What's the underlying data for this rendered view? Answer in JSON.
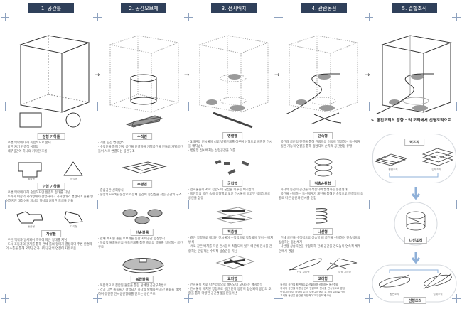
{
  "headers": [
    "1. 공간틀",
    "2. 공간오브제",
    "3. 전시배치",
    "4. 관람동선",
    "5. 결합조직"
  ],
  "columns": [
    {
      "sections": [
        {
          "label": "정형 기하틀",
          "icon": "square-circle",
          "small": [],
          "bullets": [
            "· 주변 맥락에 대해 독립적으로 존재",
            "· 강한 자기 완결적 성향의",
            "· 내부공간에 하나의 커다란 흐름"
          ]
        },
        {
          "label": "이형 기하틀",
          "icon": "notch-triangle",
          "small": [
            "돌출형",
            "삼각형"
          ],
          "bullets": [
            "· 주변 맥락에 대해 순응하지만 완결적 형태를 지님",
            "· 두가지 이상의 기하형태가 결합하거나 기하형태가 변형되어 돌출 형성하지만 대칭성을 지니고 하나의 커다란 흐름을 만듦"
          ]
        },
        {
          "label": "자유틀",
          "icon": "free-shapes",
          "small": [
            "돌출형",
            "다각형"
          ],
          "bullets": [
            "· 주변 맥락과 일체되어 맥락에 따른 형태를 지님",
            "· 도시 조등과의 관계를 통해 전체 틀의 형태가 결정되며 주변 환경과의 소통을 통해 외부공간과 내부공간의 연결이 자유로움"
          ]
        }
      ]
    },
    {
      "sections": [
        {
          "label": "수직면",
          "icon": "vertical-planes",
          "small": [],
          "bullets": [
            "· 개별 공간 연결방식",
            "· 수직면을 통해 전체 공간을 연결하며 개별공간을 만들고 개별공간들이 서로 연결되는 공간구조"
          ]
        },
        {
          "label": "수평면",
          "icon": "horizontal-plane",
          "small": [],
          "bullets": [
            "· 중심공간 선회방식",
            "· 중앙의 void를 중심으로 전체 공간이 중심성을 갖는 공간의 구조"
          ]
        },
        {
          "label": "단순볼륨",
          "icon": "simple-volumes",
          "small": [],
          "bullets": [
            "· 산재 배치된 볼륨 오브제를 통한 사이공간 형성방식",
            "· 독립적 볼륨들간의 구축관계를 통한 흐름의 행위를 형성하는 공간구조"
          ]
        },
        {
          "label": "복합볼륨",
          "icon": "complex-volume",
          "small": [],
          "bullets": [
            "· 복합적으로 결합된 볼륨을 통한 탈체형 공간구축방식",
            "· 각기 다른 볼륨들이 결합되어 하나의 탈체화된 공간 볼륨을 형성하며 유연한 전시공간형태를 만드는 공간구조"
          ]
        }
      ]
    },
    {
      "sections": [
        {
          "label": "병렬형",
          "icon": "parallel",
          "small": [],
          "bullets": [
            "· 3차원의 전시물이 서로 병렬관계를 이루며 선형으로 배치된 전시물 배치방식",
            "· 병렬형 전시배치는 선형공간을 이룸"
          ]
        },
        {
          "label": "군집형",
          "icon": "cluster",
          "small": [],
          "bullets": [
            "· 전시물들이 서로 집합되어 군집을 이루는 배치방식",
            "· 평면형의 공간 속에 유형별로 모인 전시물이 공고부 적극적으로 공간을 점유"
          ]
        },
        {
          "label": "적층형",
          "icon": "stacked",
          "small": [],
          "bullets": [
            "· 같은 방향으로 배치된 전시물이 수직적으로 적층되어 쌓이는 배치방식",
            "· 서로 같은 배치를 지닌 전시물이 적층되어 있기 때문에 전시물 관람하는 관람객는 수직적 상승감을 지님"
          ]
        },
        {
          "label": "교차형",
          "icon": "crossing",
          "small": [],
          "bullets": [
            "· 전시물이 서로 다른방향으로 배치되어 교차하는 배치방식",
            "· 전시물이 배치된 방향으로 공간 면이 방향이 형성되어 공간의 조합을 통해 다양한 공간경험을 만들어냄"
          ]
        }
      ]
    },
    {
      "sections": [
        {
          "label": "단속형",
          "icon": "intermittent",
          "small": [],
          "bullets": [
            "· 공간과 공간의 연결을 통해 관람자의 이동이 발생하는 동선체계",
            "· 실간 기능적 연결을 통해 형성되어 순차적 공간경험 유발"
          ]
        },
        {
          "label": "적층순환형",
          "icon": "stacked-loop",
          "small": [],
          "bullets": [
            "· 하나의 동선이 공간들이 적층되어 발생하는 동선형태",
            "· 공간을 선회하는 동선체계가 계단을 통해 단속적으로 연결되어 층별로 다른 공간과 전시를 경험"
          ]
        },
        {
          "label": "나선형",
          "icon": "spiral",
          "small": [],
          "bullets": [
            "· 전체 공간을 수직적으로 상승할 때 공간을 선회하며 연속적으로 상승하는 동선체계",
            "· 나선형 상승곡면을 유형화해 전체 공간을 강도높이 연속적 체계 안에서 경험"
          ]
        },
        {
          "label": "고리형",
          "icon": "loop",
          "small": [
            "단일 고리형",
            "이중 고리형"
          ],
          "bullets": [
            "· 동선이 공간을 평면적으로 선회하며 순환하는 동선형태",
            "· 하나의 공간을 다른 공간과 연결하며 전시를 연속적으로 경험",
            "· 단일고리형은 하나의 고리, 이중고리형은 두 개의 고리로 구성",
            "· 고리형 동선은 공간을 개방적이고 유연하게 구성"
          ]
        }
      ]
    }
  ],
  "panel5": {
    "title": "5. 공간조직의 경향 : 켜 조직에서 선형조직으로",
    "layer_label": "켜조직",
    "spiral_label": "나선조직",
    "linear_label": "선형조직",
    "planar": "평면조직",
    "solid": "입체조직",
    "accent": "#8fb0d8"
  }
}
